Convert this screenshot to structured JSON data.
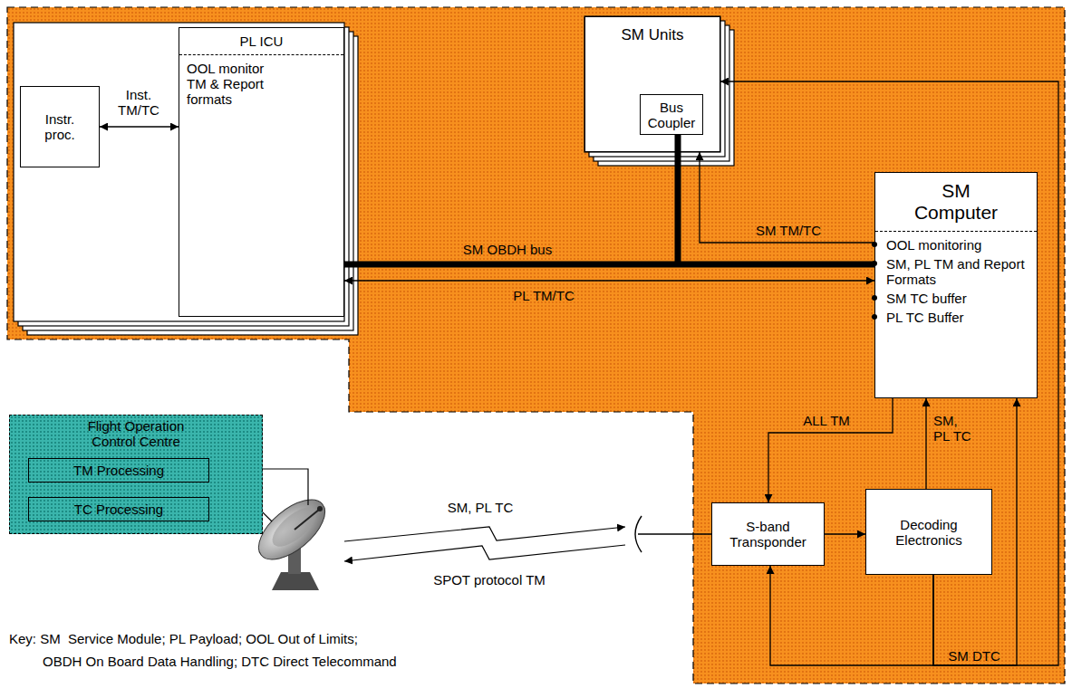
{
  "diagram": {
    "nodes": [
      {
        "text": [
          "SM Units"
        ]
      },
      {
        "text": [
          "Bus Coupler"
        ],
        "in": 0
      },
      {
        "text": [
          "Instr. proc."
        ]
      },
      {
        "text": [
          "PL ICU",
          "OOL monitor TM & Report formats"
        ]
      },
      {
        "text": [
          "SM Computer",
          "OOL monitoring",
          "SM, PL TM and Report Formats",
          "SM TC buffer",
          "PL TC Buffer"
        ]
      },
      {
        "text": [
          "Flight Operation Control Centre"
        ]
      },
      {
        "text": [
          "TM Processing"
        ],
        "in": 5
      },
      {
        "text": [
          "TC Processing"
        ],
        "in": 5
      },
      {
        "text": [
          "S-band Transponder"
        ]
      },
      {
        "text": [
          "Decoding Electronics"
        ]
      }
    ],
    "edges": [
      {
        "from": 2,
        "to": 3,
        "arrow": "both",
        "label": "Inst. TM/TC"
      },
      {
        "from": 3,
        "to": 4,
        "arrow": "none",
        "label": "SM OBDH bus"
      },
      {
        "from": 3,
        "to": 4,
        "arrow": "both",
        "label": "PL TM/TC"
      },
      {
        "from": 4,
        "to": 0,
        "arrow": "to",
        "label": "SM TM/TC"
      },
      {
        "from": 4,
        "to": 8,
        "arrow": "to",
        "label": "ALL TM"
      },
      {
        "from": 8,
        "to": 9,
        "arrow": "to"
      },
      {
        "from": 9,
        "to": 4,
        "arrow": "to",
        "label": "SM, PL TC"
      },
      {
        "from": 9,
        "to": 8,
        "arrow": "to",
        "label": "SM DTC"
      },
      {
        "from": 9,
        "to": 4,
        "arrow": "to"
      },
      {
        "from": 9,
        "to": 0,
        "arrow": "to"
      },
      {
        "from": 6,
        "to": 7,
        "arrow": "none"
      }
    ],
    "labels": [
      "SM, PL TC",
      "SPOT protocol TM",
      "Key: SM  Service Module; PL Payload; OOL Out of Limits;",
      "OBDH On Board Data Handling; DTC Direct Telecommand"
    ]
  }
}
